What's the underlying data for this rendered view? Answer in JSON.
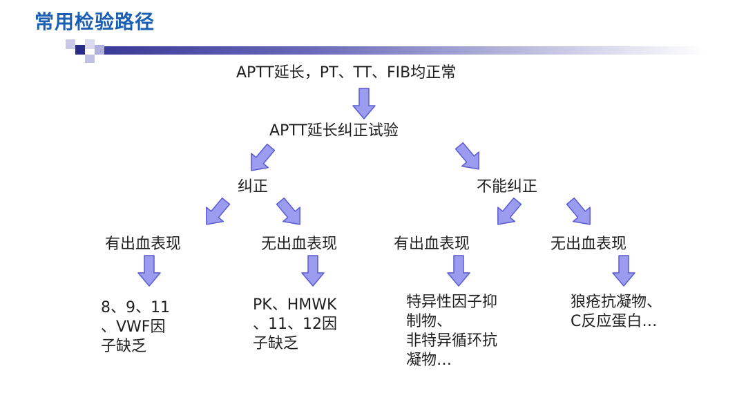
{
  "slide": {
    "title": "常用检验路径"
  },
  "flow": {
    "start": "APTT延长，PT、TT、FIB均正常",
    "test": "APTT延长纠正试验",
    "left_branch": "纠正",
    "right_branch": "不能纠正",
    "level3": [
      "有出血表现",
      "无出血表现",
      "有出血表现",
      "无出血表现"
    ],
    "results": [
      [
        "8、9、11",
        "、VWF因",
        "子缺乏"
      ],
      [
        "PK、HMWK",
        "、11、12因",
        "子缺乏"
      ],
      [
        "特异性因子抑",
        "制物、",
        "非特异循环抗",
        "凝物…"
      ],
      [
        "狼疮抗凝物、",
        "C反应蛋白…"
      ]
    ]
  },
  "colors": {
    "arrow_fill": "#9b9bf0",
    "arrow_stroke": "#5a5ad0",
    "title": "#1a5fb4",
    "bar": "#4a4aa8"
  }
}
